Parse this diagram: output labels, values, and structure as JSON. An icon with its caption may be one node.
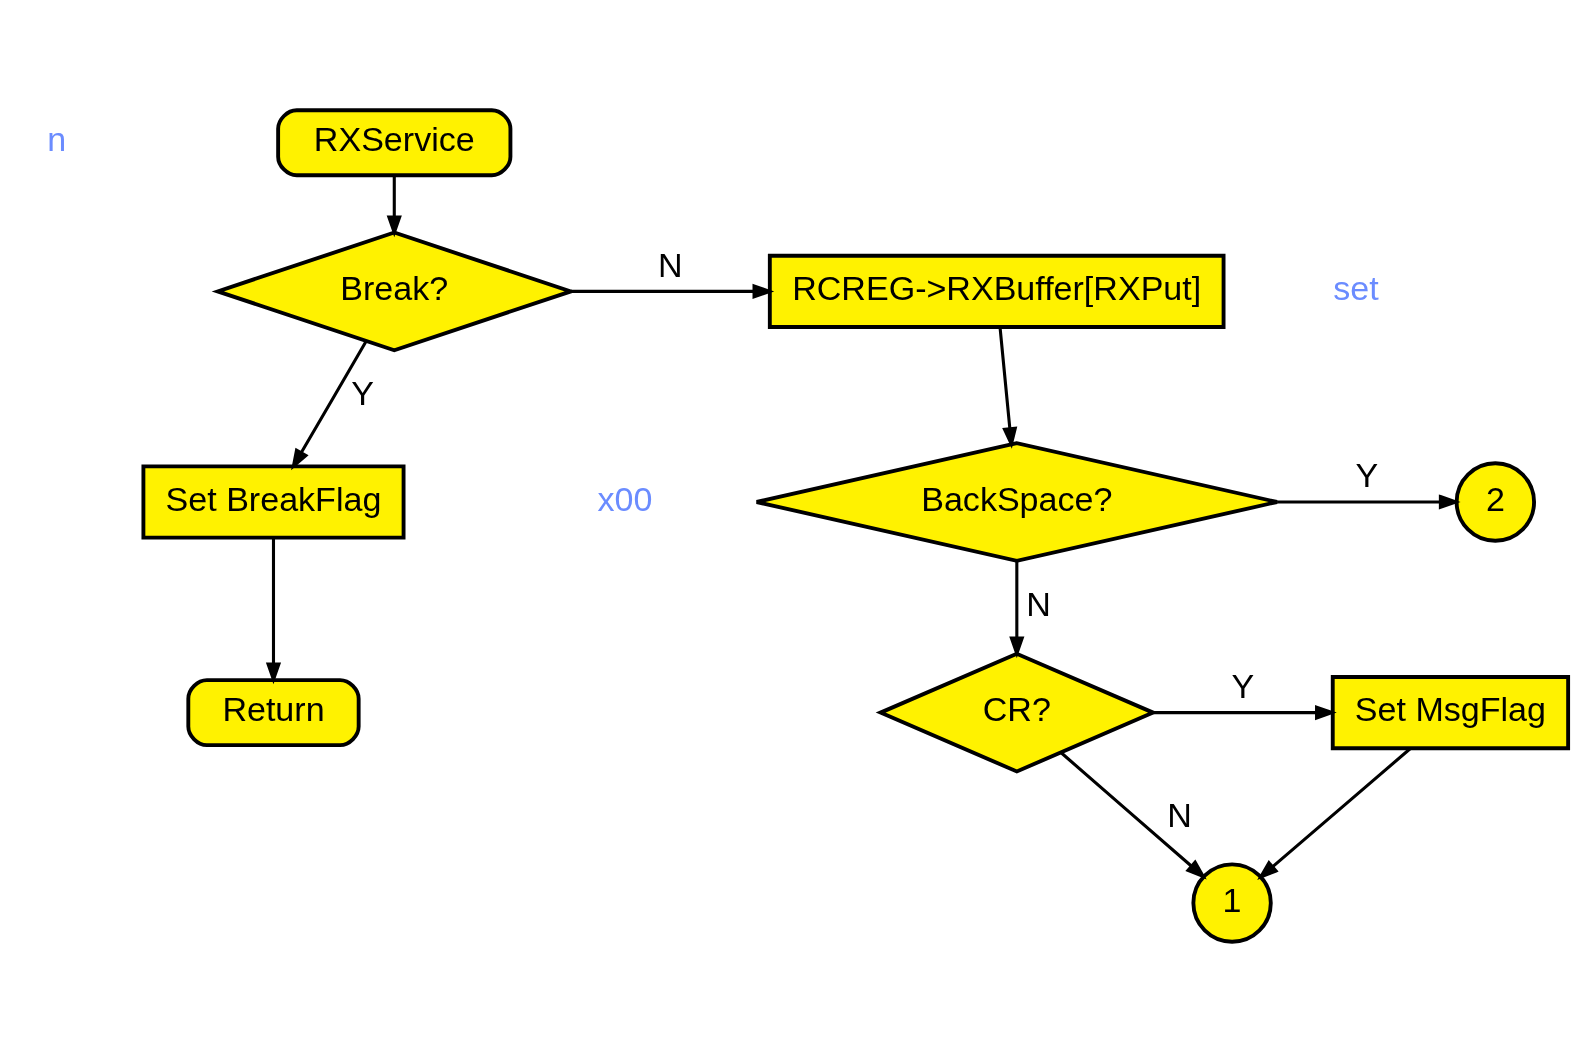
{
  "diagram": {
    "nodes": [
      {
        "text": [
          "RXService"
        ]
      },
      {
        "text": [
          "Break?"
        ]
      },
      {
        "text": [
          "RCREG->RXBuffer[RXPut]"
        ]
      },
      {
        "text": [
          "Set BreakFlag"
        ]
      },
      {
        "text": [
          "BackSpace?"
        ]
      },
      {
        "text": [
          "2"
        ]
      },
      {
        "text": [
          "CR?"
        ]
      },
      {
        "text": [
          "Set MsgFlag"
        ]
      },
      {
        "text": [
          "Return"
        ]
      },
      {
        "text": [
          "1"
        ]
      }
    ],
    "edges": [
      {
        "from": 0,
        "to": 1,
        "arrow": "to"
      },
      {
        "from": 1,
        "to": 2,
        "arrow": "to",
        "label": "N"
      },
      {
        "from": 1,
        "to": 3,
        "arrow": "to",
        "label": "Y"
      },
      {
        "from": 3,
        "to": 8,
        "arrow": "to"
      },
      {
        "from": 2,
        "to": 4,
        "arrow": "to"
      },
      {
        "from": 4,
        "to": 5,
        "arrow": "to",
        "label": "Y"
      },
      {
        "from": 4,
        "to": 6,
        "arrow": "to",
        "label": "N"
      },
      {
        "from": 6,
        "to": 7,
        "arrow": "to",
        "label": "Y"
      },
      {
        "from": 6,
        "to": 9,
        "arrow": "to",
        "label": "N"
      },
      {
        "from": 7,
        "to": 9,
        "arrow": "to"
      }
    ],
    "labels": [
      "n",
      "set",
      "x00"
    ]
  }
}
